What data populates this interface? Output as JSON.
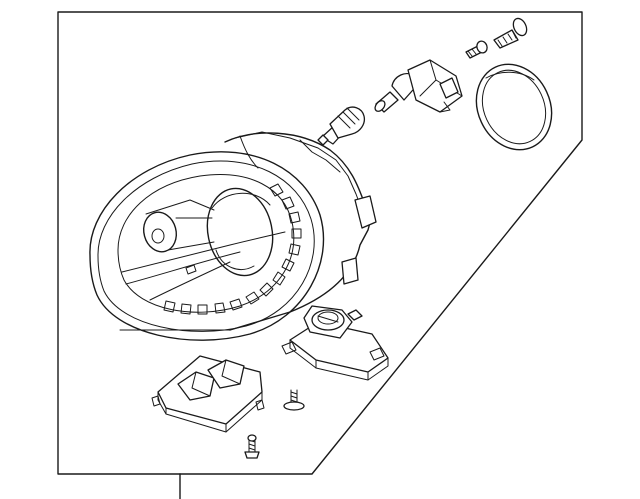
{
  "diagram": {
    "parts": [
      {
        "name": "headlamp-assembly"
      },
      {
        "name": "bulb"
      },
      {
        "name": "bulb-socket"
      },
      {
        "name": "seal-ring"
      },
      {
        "name": "screw-small"
      },
      {
        "name": "screw-large"
      },
      {
        "name": "ballast-igniter"
      },
      {
        "name": "control-module"
      },
      {
        "name": "bolt-lower"
      },
      {
        "name": "bolt-upper"
      }
    ],
    "colors": {
      "line": "#1a1a1a",
      "background": "#ffffff"
    }
  }
}
